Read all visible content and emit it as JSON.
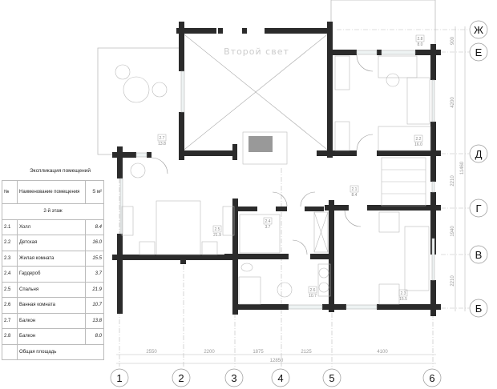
{
  "table": {
    "title": "Экспликация помещений",
    "headers": {
      "num": "№",
      "name": "Наименование помещения",
      "area": "S м²"
    },
    "floor_label": "2-й этаж",
    "rows": [
      {
        "num": "2.1",
        "name": "Холл",
        "area": "8.4"
      },
      {
        "num": "2.2",
        "name": "Детская",
        "area": "16.0"
      },
      {
        "num": "2.3",
        "name": "Жилая комната",
        "area": "15.5"
      },
      {
        "num": "2.4",
        "name": "Гардероб",
        "area": "3.7"
      },
      {
        "num": "2.5",
        "name": "Спальня",
        "area": "21.9"
      },
      {
        "num": "2.6",
        "name": "Ванная комната",
        "area": "10.7"
      },
      {
        "num": "2.7",
        "name": "Балкон",
        "area": "13.8"
      },
      {
        "num": "2.8",
        "name": "Балкон",
        "area": "8.0"
      }
    ],
    "total_label": "Общая площадь"
  },
  "plan": {
    "void_label": "Второй свет",
    "room_tags": [
      {
        "num": "2.7",
        "area": "13.8"
      },
      {
        "num": "2.8",
        "area": "8.0"
      },
      {
        "num": "2.2",
        "area": "16.0"
      },
      {
        "num": "2.1",
        "area": "8.4"
      },
      {
        "num": "2.5",
        "area": "21.9"
      },
      {
        "num": "2.4",
        "area": "3.7"
      },
      {
        "num": "2.6",
        "area": "10.7"
      },
      {
        "num": "2.3",
        "area": "15.5"
      }
    ],
    "axes_vertical": [
      "1",
      "2",
      "3",
      "4",
      "5",
      "6"
    ],
    "axes_horizontal": [
      "Ж",
      "Е",
      "Д",
      "Г",
      "В",
      "Б"
    ],
    "dims_bottom": [
      "2550",
      "2200",
      "1875",
      "2125",
      "4100"
    ],
    "dim_bottom_total": "12850",
    "dims_right": [
      "900",
      "4200",
      "2210",
      "1940",
      "2210"
    ],
    "dim_right_total": "11460"
  }
}
